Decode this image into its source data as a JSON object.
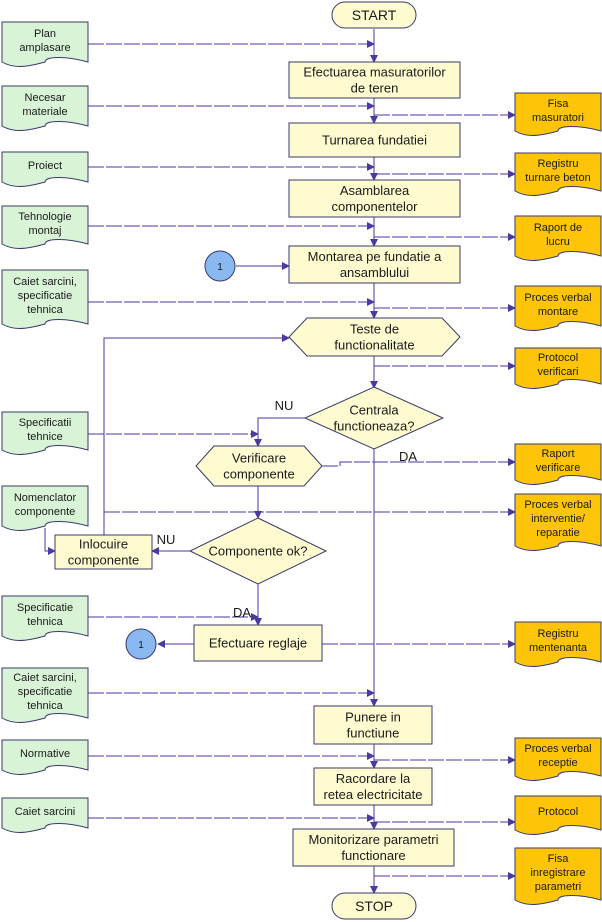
{
  "colors": {
    "process_fill": "#fdfbcf",
    "input_fill": "#d8f3d6",
    "output_fill": "#fec508",
    "connector_fill": "#8ab8f0",
    "line": "#4a3aa0",
    "shape_border": "#3a3a6a"
  },
  "terminals": {
    "start": "START",
    "stop": "STOP"
  },
  "connector_label": "1",
  "process": {
    "masuratori": [
      "Efectuarea masuratorilor",
      "de teren"
    ],
    "fundatie": [
      "Turnarea fundatiei"
    ],
    "asamblare": [
      "Asamblarea",
      "componentelor"
    ],
    "montare": [
      "Montarea pe fundatie a",
      "ansamblului"
    ],
    "inlocuire": [
      "Inlocuire",
      "componente"
    ],
    "reglaje": [
      "Efectuare reglaje"
    ],
    "punere": [
      "Punere in",
      "functiune"
    ],
    "racordare": [
      "Racordare la",
      "retea electricitate"
    ],
    "monitorizare": [
      "Monitorizare parametri",
      "functionare"
    ]
  },
  "preparation": {
    "teste": [
      "Teste de",
      "functionalitate"
    ],
    "verificare": [
      "Verificare",
      "componente"
    ]
  },
  "decision": {
    "centrala": [
      "Centrala",
      "functioneaza?"
    ],
    "componente_ok": [
      "Componente ok?"
    ]
  },
  "branch_labels": {
    "nu_top": "NU",
    "da_top": "DA",
    "nu_bottom": "NU",
    "da_bottom": "DA"
  },
  "inputs": {
    "plan": [
      "Plan",
      "amplasare"
    ],
    "necesar": [
      "Necesar",
      "materiale"
    ],
    "proiect": [
      "Proiect"
    ],
    "tehnologie": [
      "Tehnologie",
      "montaj"
    ],
    "caiet1": [
      "Caiet sarcini,",
      "specificatie",
      "tehnica"
    ],
    "specificatii": [
      "Specificatii",
      "tehnice"
    ],
    "nomenclator": [
      "Nomenclator",
      "componente"
    ],
    "specificatie": [
      "Specificatie",
      "tehnica"
    ],
    "caiet2": [
      "Caiet sarcini,",
      "specificatie",
      "tehnica"
    ],
    "normative": [
      "Normative"
    ],
    "caiet3": [
      "Caiet sarcini"
    ]
  },
  "outputs": {
    "fisa_mas": [
      "Fisa",
      "masuratori"
    ],
    "registru_beton": [
      "Registru",
      "turnare beton"
    ],
    "raport_lucru": [
      "Raport de",
      "lucru"
    ],
    "pv_montare": [
      "Proces verbal",
      "montare"
    ],
    "protocol_verif": [
      "Protocol",
      "verificari"
    ],
    "raport_verif": [
      "Raport",
      "verificare"
    ],
    "pv_interventie": [
      "Proces verbal",
      "interventie/",
      "reparatie"
    ],
    "registru_ment": [
      "Registru",
      "mentenanta"
    ],
    "pv_receptie": [
      "Proces verbal",
      "receptie"
    ],
    "protocol": [
      "Protocol"
    ],
    "fisa_param": [
      "Fisa",
      "inregistrare",
      "parametri"
    ]
  }
}
